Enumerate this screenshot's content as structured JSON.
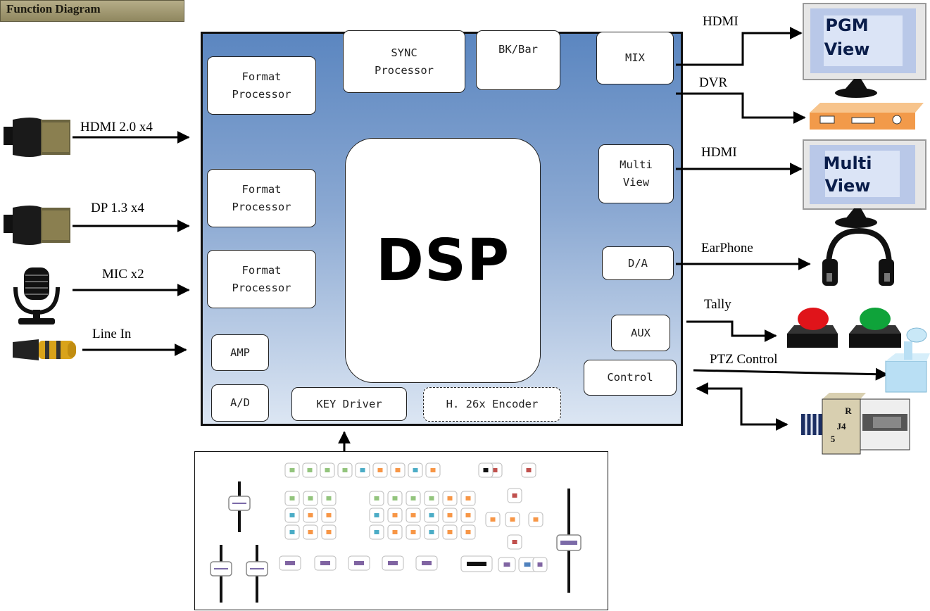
{
  "header": {
    "badge": "Function Diagram"
  },
  "dsp": {
    "center_label": "DSP",
    "blocks": {
      "format1": "Format\nProcessor",
      "format2": "Format\nProcessor",
      "format3": "Format\nProcessor",
      "sync": "SYNC\nProcessor",
      "bkbar": "BK/Bar",
      "mix": "MIX",
      "multiview": "Multi\nView",
      "da": "D/A",
      "aux": "AUX",
      "control": "Control",
      "amp": "AMP",
      "ad": "A/D",
      "key_driver": "KEY Driver",
      "encoder": "H. 26x Encoder"
    }
  },
  "inputs": {
    "hdmi": "HDMI 2.0 x4",
    "dp": "DP 1.3 x4",
    "mic": "MIC x2",
    "line_in": "Line In"
  },
  "outputs": {
    "hdmi_pgm": "HDMI",
    "dvr": "DVR",
    "hdmi_multi": "HDMI",
    "earphone": "EarPhone",
    "tally": "Tally",
    "ptz": "PTZ Control"
  },
  "monitors": {
    "pgm": {
      "line1": "PGM",
      "line2": "View"
    },
    "multi": {
      "line1": "Multi",
      "line2": "View"
    }
  },
  "rj45": {
    "line1": "R",
    "line2": "J4",
    "line3": "5"
  },
  "icons": {
    "hdmi_plug": "hdmi-connector-icon",
    "dp_plug": "dp-connector-icon",
    "mic": "microphone-icon",
    "jack": "audio-jack-icon",
    "pgm_monitor": "monitor-icon",
    "dvr": "dvr-recorder-icon",
    "multi_monitor": "monitor-icon",
    "headphones": "headphones-icon",
    "tally_red": "tally-light-red-icon",
    "tally_green": "tally-light-green-icon",
    "ptz": "joystick-icon",
    "rj45": "rj45-connector-icon",
    "panel": "control-panel-icon"
  },
  "colors": {
    "dsp_top": "#5b86c0",
    "dsp_bottom": "#dce6f3",
    "tally_red": "#e0141a",
    "tally_green": "#0fa33a",
    "dvr_orange": "#f29a4a"
  }
}
